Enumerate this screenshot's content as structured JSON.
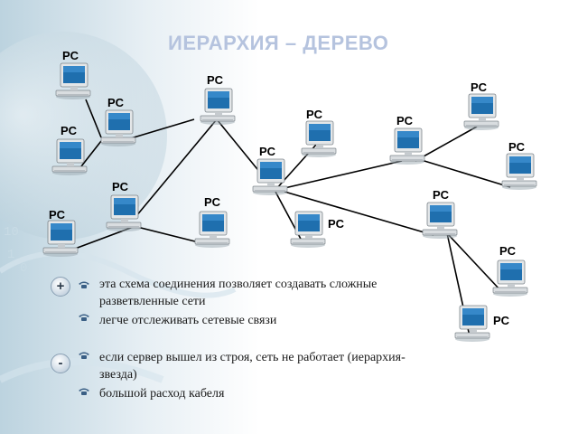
{
  "title": "ИЕРАРХИЯ – ДЕРЕВО",
  "pc_label": "PC",
  "plus": {
    "sign": "+",
    "items": [
      {
        "line1": "эта схема соединения позволяет создавать сложные",
        "line2": "разветвленные сети"
      },
      {
        "line1": "легче отслеживать сетевые связи"
      }
    ]
  },
  "minus": {
    "sign": "-",
    "items": [
      {
        "line1": "если сервер вышел из строя, сеть не работает (иерархия-",
        "line2": "звезда)"
      },
      {
        "line1": "большой расход кабеля"
      }
    ]
  },
  "bullet_icon": "telephone-icon",
  "colors": {
    "title": "#b5c3de",
    "cable": "#000000",
    "monitor_screen": "#1f6fae"
  }
}
